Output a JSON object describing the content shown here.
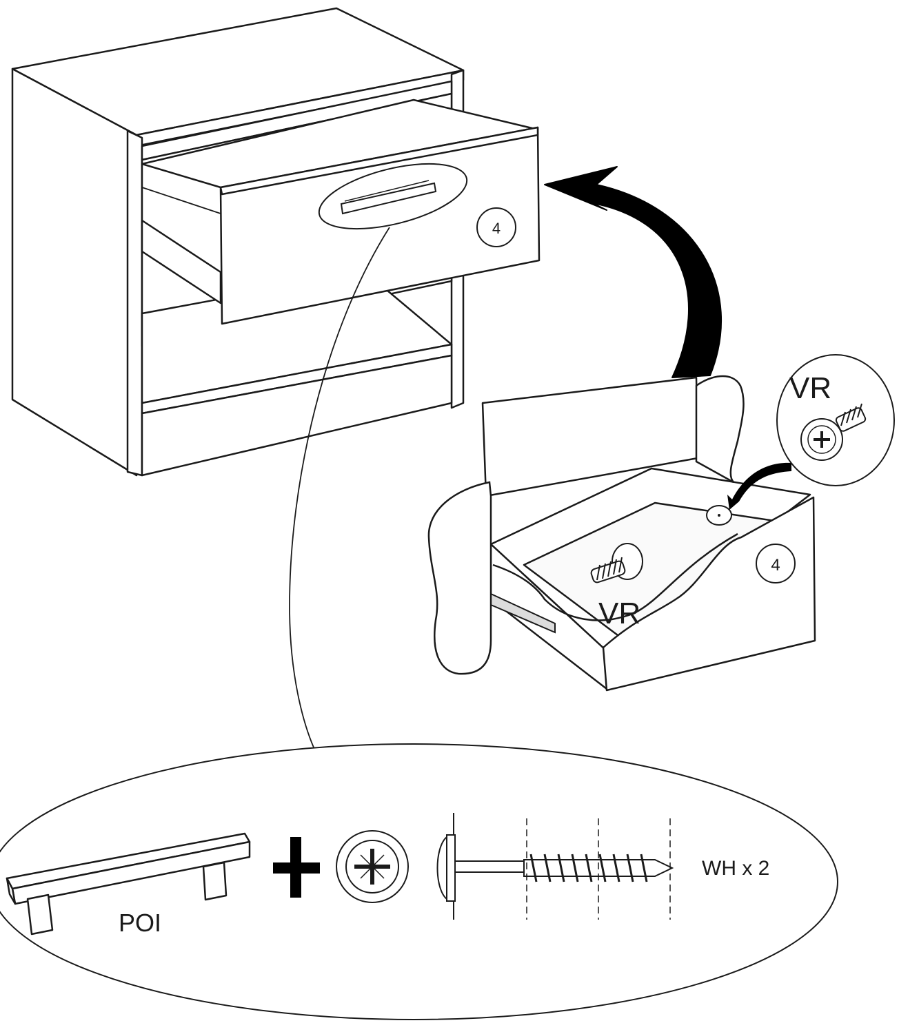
{
  "part_labels": {
    "drawer_front_number": "4",
    "drawer_front_number_detail": "4",
    "screw_vr": "VR",
    "screw_vr_detail": "VR",
    "handle": "POI",
    "handle_screw": "WH x 2"
  },
  "colors": {
    "line": "#1a1a1a",
    "fill": "#ffffff",
    "shade": "#dcdcdc",
    "arrow": "#000000"
  }
}
